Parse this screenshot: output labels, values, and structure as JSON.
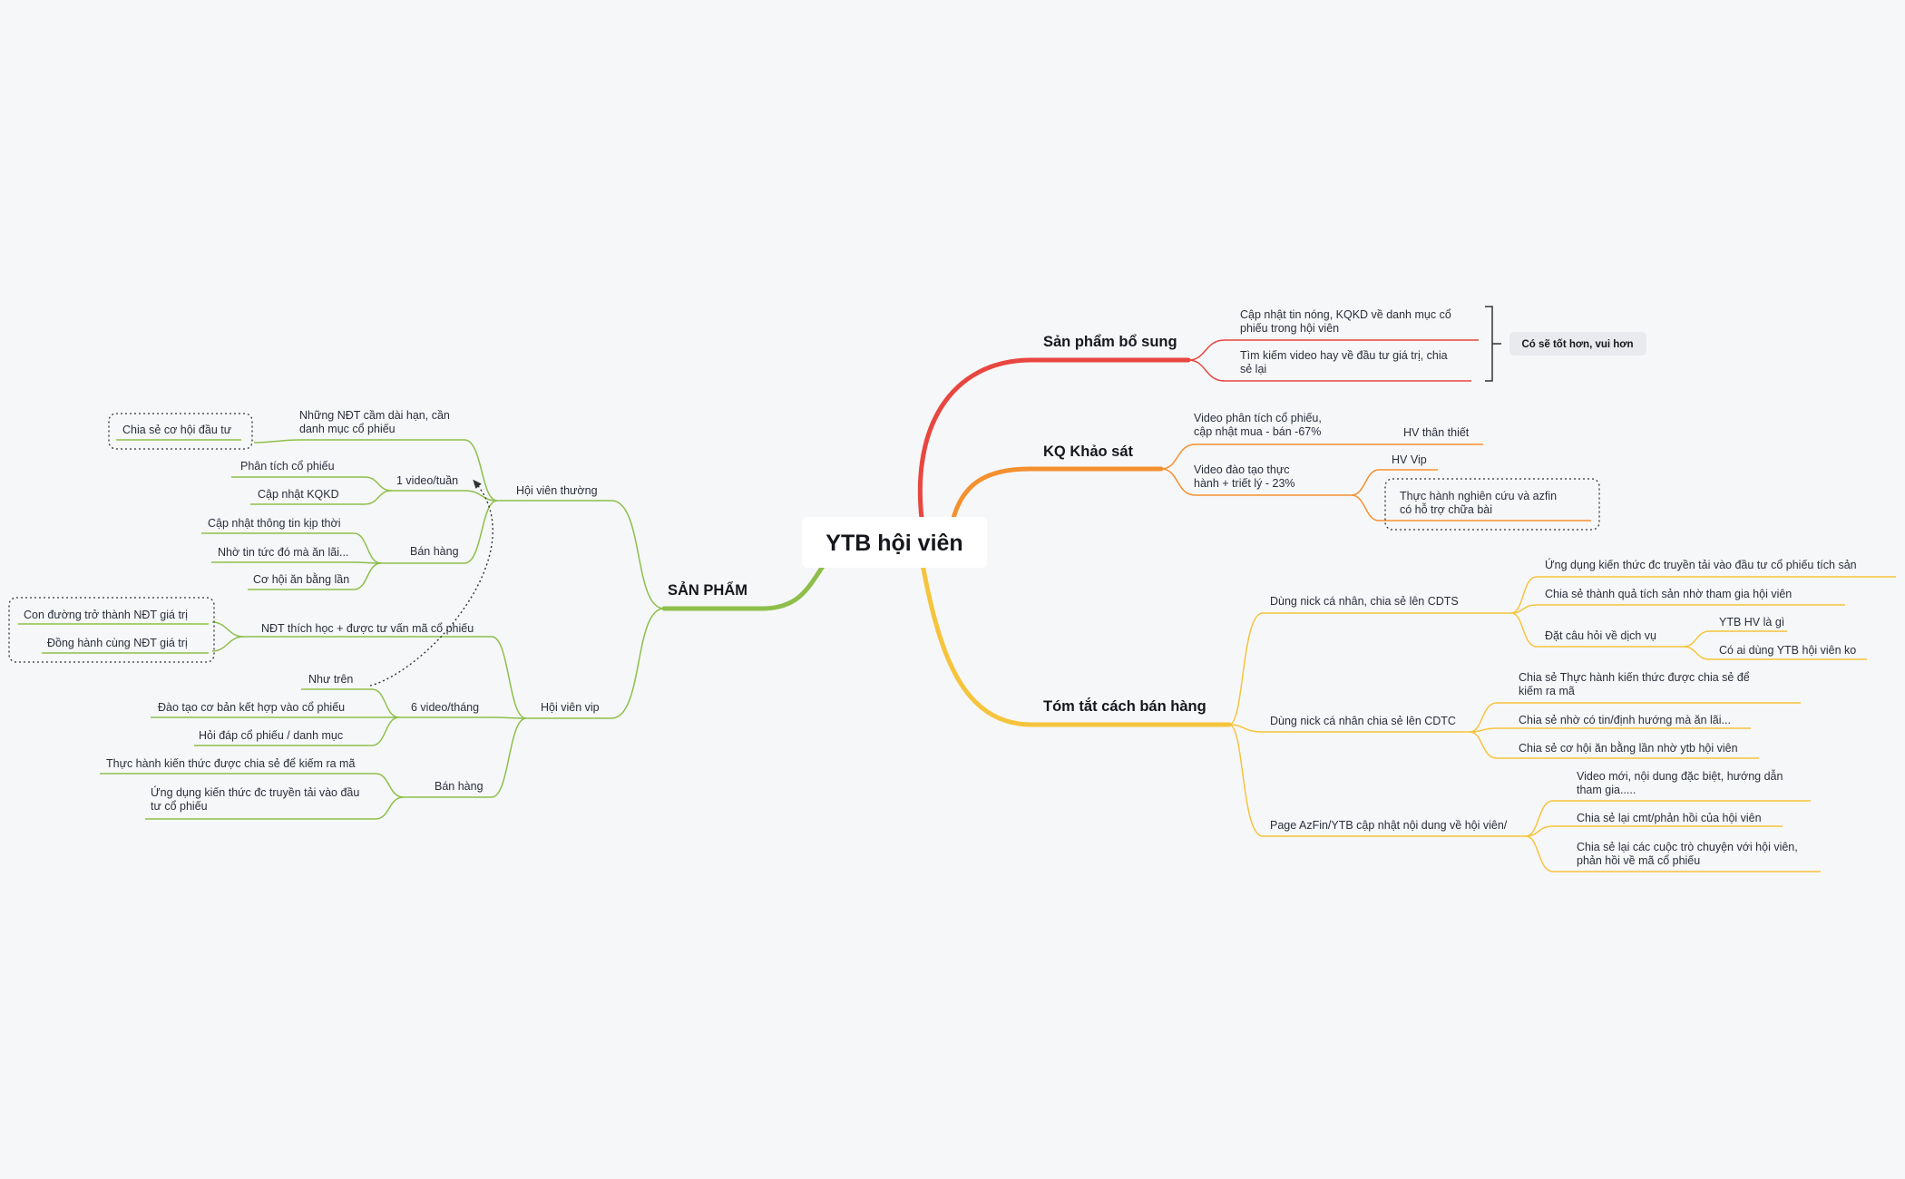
{
  "colors": {
    "background": "#f6f7f9",
    "red": "#e8473f",
    "orange": "#f5902f",
    "yellow": "#f6c43c",
    "green": "#8dbf4a",
    "text": "#2b2f3a"
  },
  "root": {
    "label": "YTB hội viên"
  },
  "left": {
    "branch_label": "SẢN PHẨM",
    "normal": {
      "label": "Hội viên thường",
      "top_item": "Những NĐT cầm dài hạn, cần danh mục cổ phiếu",
      "top_callout": "Chia sẻ cơ hội đầu tư",
      "weekly": {
        "label": "1 video/tuần",
        "items": [
          "Phân tích cổ phiếu",
          "Cập nhật KQKD"
        ]
      },
      "sales": {
        "label": "Bán hàng",
        "items": [
          "Cập nhật thông tin kịp thời",
          "Nhờ tin tức đó mà ăn lãi...",
          "Cơ hội ăn bằng lần"
        ]
      }
    },
    "vip": {
      "label": "Hội viên vip",
      "learn": {
        "label": "NĐT thích học + được tư vấn mã cổ phiếu",
        "items": [
          "Con đường trở thành NĐT giá trị",
          "Đồng hành cùng NĐT giá trị"
        ]
      },
      "monthly": {
        "label": "6 video/tháng",
        "items": [
          "Như trên",
          "Đào tạo cơ bản kết hợp vào cổ phiếu",
          "Hỏi đáp cổ phiếu / danh mục"
        ]
      },
      "sales": {
        "label": "Bán hàng",
        "items": [
          "Thực hành kiến thức được chia sẻ để kiếm ra mã",
          "Ứng dụng kiến thức đc truyền tải vào đầu tư cổ phiếu"
        ]
      }
    }
  },
  "right": {
    "bonus": {
      "label": "Sản phẩm bổ sung",
      "items": [
        "Cập nhật tin nóng, KQKD về danh mục cổ phiếu trong hội viên",
        "Tìm kiếm video hay về đầu tư giá trị, chia sẻ lại"
      ],
      "summary": "Có sẽ tốt hơn, vui hơn"
    },
    "survey": {
      "label": "KQ Khảo sát",
      "item1": {
        "label": "Video phân tích cổ phiếu, cập nhật mua - bán -67%",
        "child": "HV thân thiết"
      },
      "item2": {
        "label": "Video đào tạo thực hành + triết lý - 23%",
        "child": "HV Vip",
        "callout": "Thực hành nghiên cứu và azfin có hỗ trợ chữa bài"
      }
    },
    "sales": {
      "label": "Tóm tắt cách bán hàng",
      "cdts": {
        "label": "Dùng nick cá nhân, chia sẻ lên CDTS",
        "items": [
          "Ứng dụng kiến thức đc truyền tải vào đầu tư cổ phiếu tích sản",
          "Chia sẻ thành quả tích sản nhờ tham gia hội viên"
        ],
        "questions": {
          "label": "Đặt câu hỏi về dịch vụ",
          "items": [
            "YTB HV là gì",
            "Có ai dùng YTB hội viên ko"
          ]
        }
      },
      "cdtc": {
        "label": "Dùng nick cá nhân chia sẻ lên CDTC",
        "items": [
          "Chia sẻ Thực hành kiến thức được chia sẻ để kiếm ra mã",
          "Chia sẻ nhờ có tin/định hướng mà ăn lãi...",
          "Chia sẻ cơ hội ăn bằng lần nhờ ytb hội viên"
        ]
      },
      "page": {
        "label": "Page AzFin/YTB cập nhật nội dung về hội viên/",
        "items": [
          "Video mới, nội dung đặc biệt, hướng dẫn tham gia.....",
          "Chia sẻ lại cmt/phản hồi của hội viên",
          "Chia sẻ lại các cuộc trò chuyện với hội viên, phản hồi về mã cổ phiếu"
        ]
      }
    }
  }
}
